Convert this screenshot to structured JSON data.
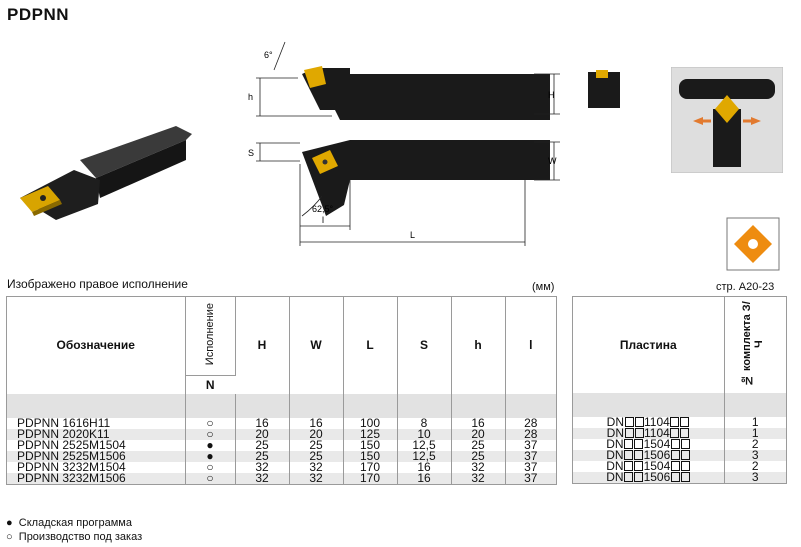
{
  "title": "PDPNN",
  "caption": "Изображено правое исполнение",
  "units": "(мм)",
  "page_ref": "стр. A20-23",
  "drawing": {
    "angle_top": "6°",
    "angle_side": "62,5°",
    "dim_h": "h",
    "dim_H": "H",
    "dim_S": "S",
    "dim_W": "W",
    "dim_l": "l",
    "dim_L": "L"
  },
  "table": {
    "headers": {
      "designation": "Обозначение",
      "version": "Исполнение",
      "version_sub": "N",
      "H": "H",
      "W": "W",
      "L": "L",
      "S": "S",
      "h": "h",
      "l": "l"
    },
    "rows": [
      {
        "designation": "PDPNN 1616H11",
        "version": "○",
        "H": "16",
        "W": "16",
        "L": "100",
        "S": "8",
        "h": "16",
        "l": "28"
      },
      {
        "designation": "PDPNN 2020K11",
        "version": "○",
        "H": "20",
        "W": "20",
        "L": "125",
        "S": "10",
        "h": "20",
        "l": "28"
      },
      {
        "designation": "PDPNN 2525M1504",
        "version": "●",
        "H": "25",
        "W": "25",
        "L": "150",
        "S": "12,5",
        "h": "25",
        "l": "37"
      },
      {
        "designation": "PDPNN 2525M1506",
        "version": "●",
        "H": "25",
        "W": "25",
        "L": "150",
        "S": "12,5",
        "h": "25",
        "l": "37"
      },
      {
        "designation": "PDPNN 3232M1504",
        "version": "○",
        "H": "32",
        "W": "32",
        "L": "170",
        "S": "16",
        "h": "32",
        "l": "37"
      },
      {
        "designation": "PDPNN 3232M1506",
        "version": "○",
        "H": "32",
        "W": "32",
        "L": "170",
        "S": "16",
        "h": "32",
        "l": "37"
      }
    ]
  },
  "insert_table": {
    "headers": {
      "insert": "Пластина",
      "set_no": "№ комплекта З/Ч"
    },
    "rows": [
      {
        "prefix": "DN",
        "code": "1104",
        "set": "1"
      },
      {
        "prefix": "DN",
        "code": "1104",
        "set": "1"
      },
      {
        "prefix": "DN",
        "code": "1504",
        "set": "2"
      },
      {
        "prefix": "DN",
        "code": "1506",
        "set": "3"
      },
      {
        "prefix": "DN",
        "code": "1504",
        "set": "2"
      },
      {
        "prefix": "DN",
        "code": "1506",
        "set": "3"
      }
    ]
  },
  "legend": [
    {
      "symbol": "●",
      "text": "Складская программа"
    },
    {
      "symbol": "○",
      "text": "Производство под заказ"
    }
  ],
  "colors": {
    "tool_body": "#1a1a1a",
    "insert": "#e2a900",
    "insert_icon": "#ee8c10",
    "arrow": "#e27a2f",
    "header_bg": "#e2e2e2"
  }
}
